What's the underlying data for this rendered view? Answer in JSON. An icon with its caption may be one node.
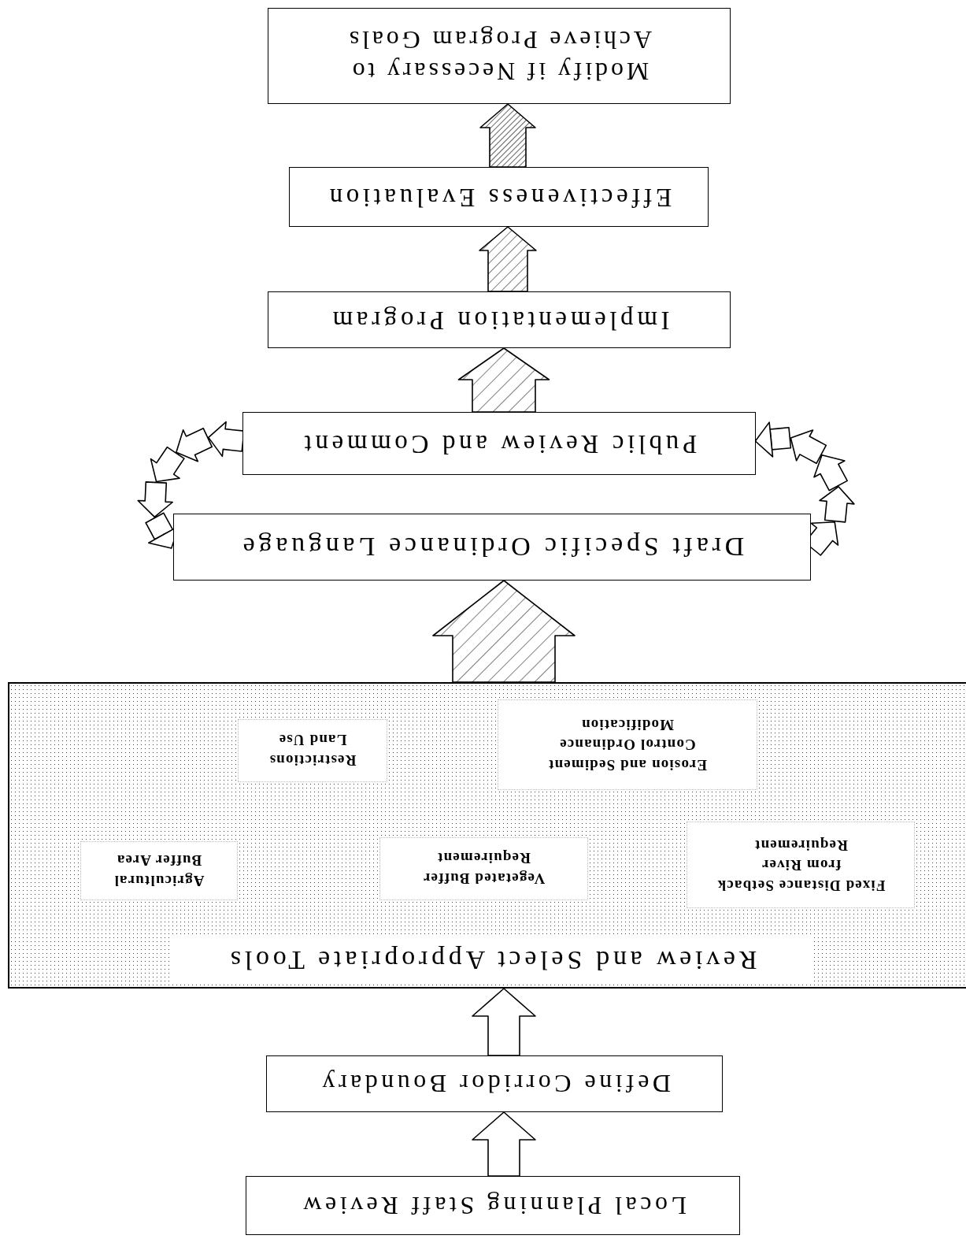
{
  "diagram": {
    "nodes": [
      {
        "text": [
          "Local Planning Staff Review"
        ]
      },
      {
        "text": [
          "Define Corridor Boundary"
        ]
      },
      {
        "text": [
          "Review and Select Appropriate Tools"
        ]
      },
      {
        "text": [
          "Fixed Distance Setback from River Requirement"
        ],
        "in": 2
      },
      {
        "text": [
          "Vegetated Buffer Requirement"
        ],
        "in": 2
      },
      {
        "text": [
          "Agricultural Buffer Area"
        ],
        "in": 2
      },
      {
        "text": [
          "Erosion and Sediment Control Ordinance Modification"
        ],
        "in": 2
      },
      {
        "text": [
          "Restrictions Land Use"
        ],
        "in": 2
      },
      {
        "text": [
          "Draft Specific Ordinance Language"
        ]
      },
      {
        "text": [
          "Public Review and Comment"
        ]
      },
      {
        "text": [
          "Implementation Program"
        ]
      },
      {
        "text": [
          "Effectiveness Evaluation"
        ]
      },
      {
        "text": [
          "Modify if Necessary to Achieve Program Goals"
        ]
      }
    ],
    "edges": [
      {
        "from": 0,
        "to": 1,
        "arrow": "to"
      },
      {
        "from": 1,
        "to": 2,
        "arrow": "to"
      },
      {
        "from": 2,
        "to": 8,
        "arrow": "to"
      },
      {
        "from": 8,
        "to": 9,
        "arrow": "to"
      },
      {
        "from": 9,
        "to": 8,
        "arrow": "to"
      },
      {
        "from": 9,
        "to": 10,
        "arrow": "to"
      },
      {
        "from": 10,
        "to": 11,
        "arrow": "to"
      },
      {
        "from": 11,
        "to": 12,
        "arrow": "to"
      }
    ]
  }
}
